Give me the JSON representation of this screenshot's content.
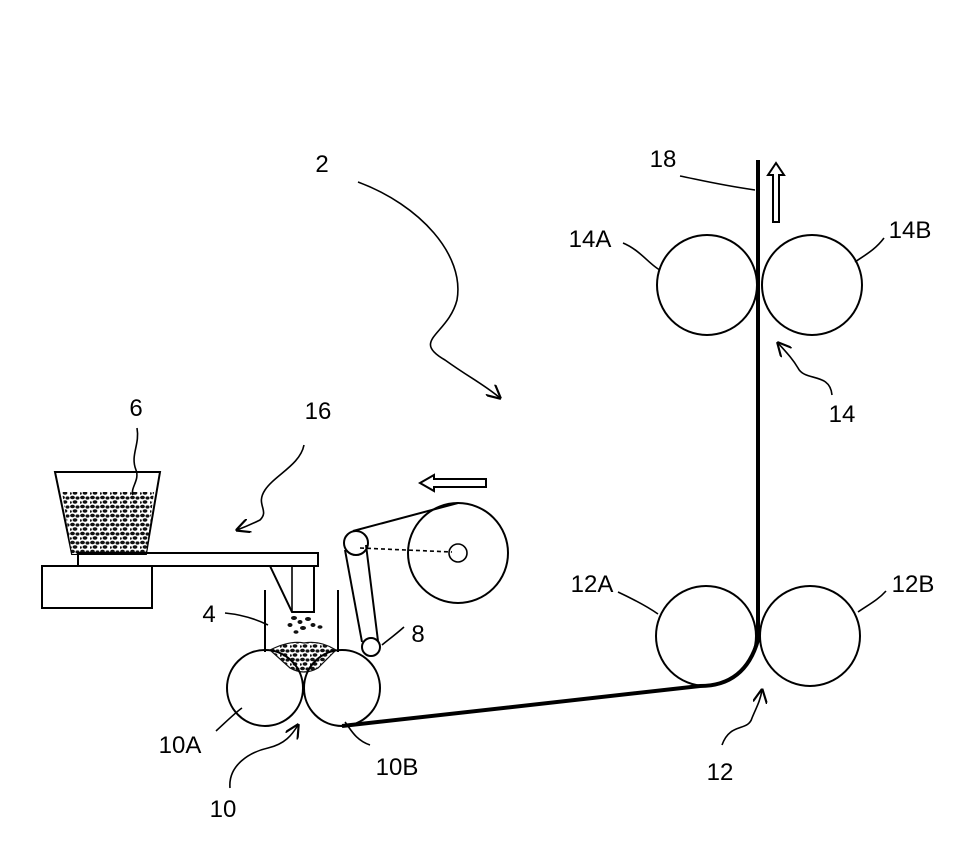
{
  "labels": {
    "system": "2",
    "feed_box": "4",
    "hopper": "6",
    "web_path": "8",
    "roller_pair_10": "10",
    "roller_10a": "10A",
    "roller_10b": "10B",
    "roller_pair_12": "12",
    "roller_12a": "12A",
    "roller_12b": "12B",
    "roller_pair_14": "14",
    "roller_14a": "14A",
    "roller_14b": "14B",
    "conveyor": "16",
    "film": "18"
  },
  "colors": {
    "stroke": "#000000",
    "background": "#ffffff"
  },
  "icons": [
    "arrow-up-icon",
    "arrow-left-icon"
  ]
}
